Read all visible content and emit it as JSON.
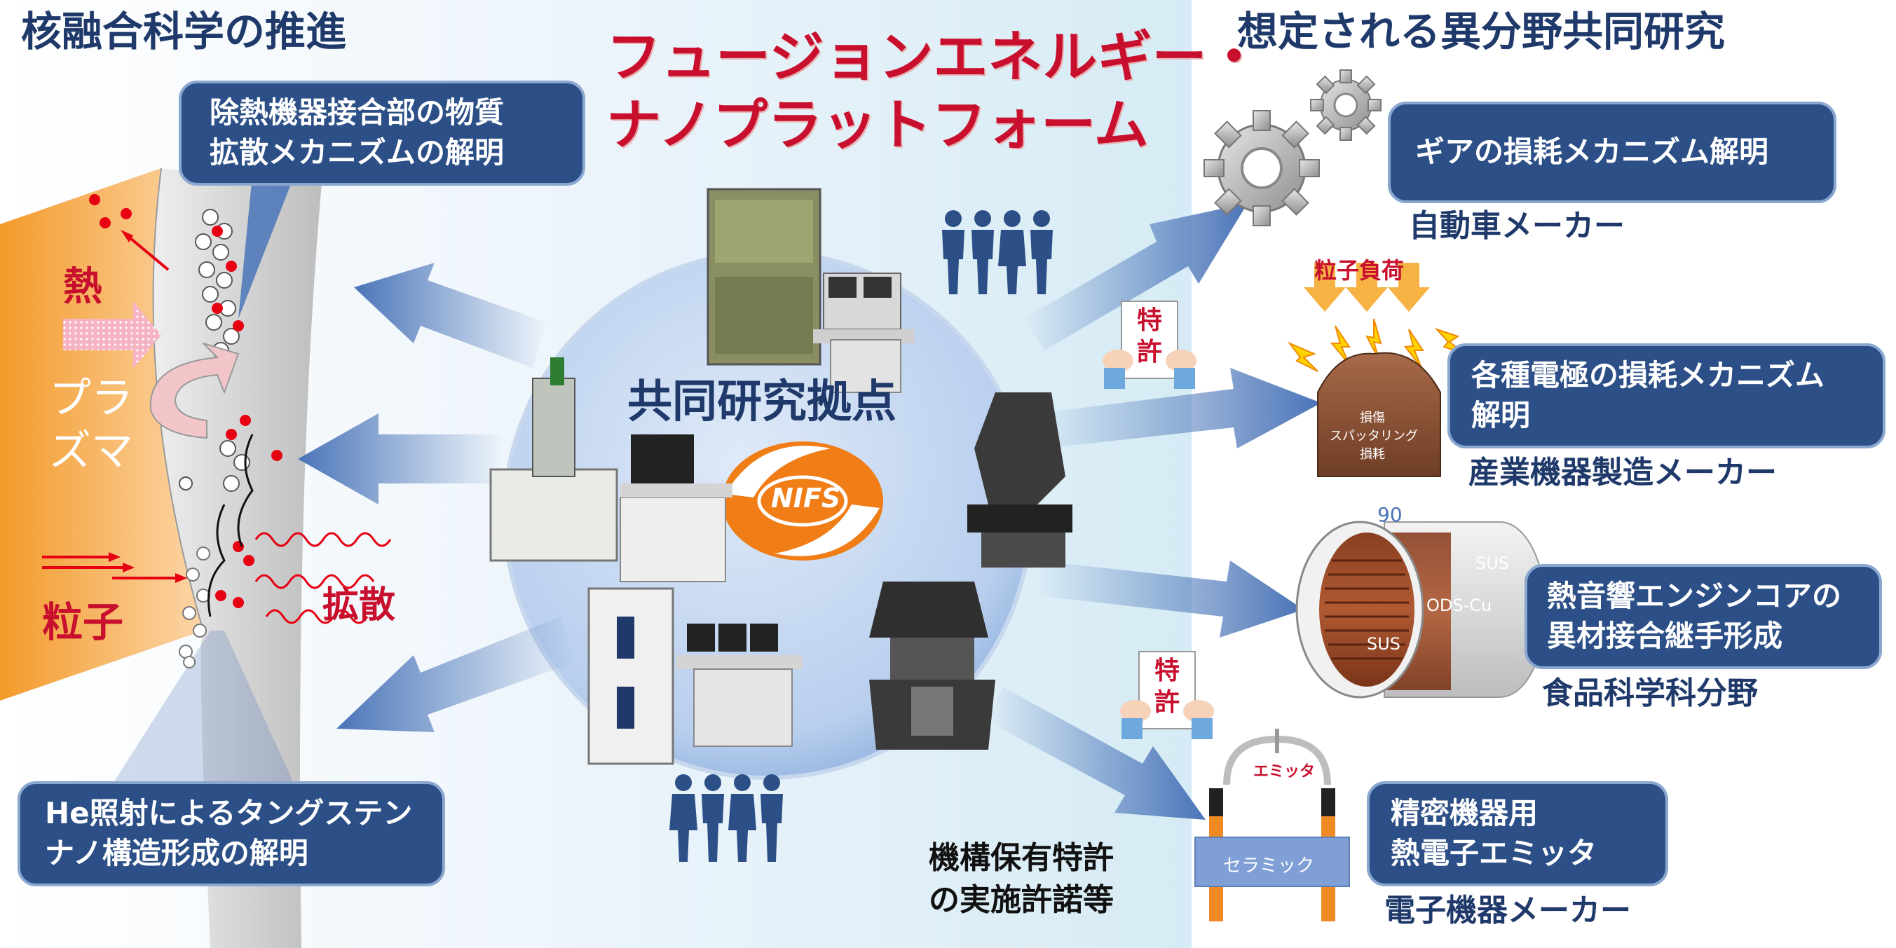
{
  "headers": {
    "left": "核融合科学の推進",
    "right": "想定される異分野共同研究",
    "center_line1": "フュージョンエネルギー・",
    "center_line2": "ナノプラットフォーム"
  },
  "hub": {
    "label": "共同研究拠点",
    "logo_text": "NIFS"
  },
  "left_boxes": {
    "top_line1": "除熱機器接合部の物質",
    "top_line2": "拡散メカニズムの解明",
    "bottom_line1": "He照射によるタングステン",
    "bottom_line2": "ナノ構造形成の解明"
  },
  "plasma_labels": {
    "heat": "熱",
    "plasma_line1": "プラ",
    "plasma_line2": "ズマ",
    "particle": "粒子",
    "diffusion": "拡散"
  },
  "right_items": [
    {
      "box_line1": "ギアの損耗メカニズム解明",
      "box_line2": "",
      "field": "自動車メーカー"
    },
    {
      "box_line1": "各種電極の損耗メカニズム",
      "box_line2": "解明",
      "field": "産業機器製造メーカー"
    },
    {
      "box_line1": "熱音響エンジンコアの",
      "box_line2": "異材接合継手形成",
      "field": "食品科学科分野"
    },
    {
      "box_line1": "精密機器用",
      "box_line2": "熱電子エミッタ",
      "field": "電子機器メーカー"
    }
  ],
  "electrode": {
    "load_label": "粒子負荷",
    "damage_line1": "損傷",
    "damage_line2": "スパッタリング",
    "damage_line3": "損耗"
  },
  "cylinder": {
    "dim": "90",
    "outer_top": "SUS",
    "core": "ODS-Cu",
    "outer_bottom": "SUS"
  },
  "emitter": {
    "emitter_label": "エミッタ",
    "ceramic_label": "セラミック"
  },
  "patent": {
    "line1": "特",
    "line2": "許"
  },
  "license": {
    "line1": "機構保有特許",
    "line2": "の実施許諾等"
  },
  "colors": {
    "navy_box": "#2b4f86",
    "header_navy": "#1f3a6a",
    "accent_red": "#c8102e",
    "arrow_blue": "#4a74b8",
    "logo_orange": "#f07d16"
  }
}
